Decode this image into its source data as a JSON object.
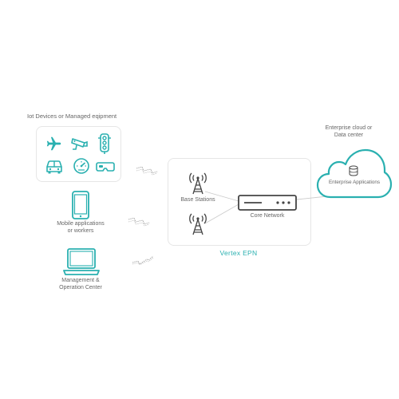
{
  "iot": {
    "title": "Iot Devices or Managed eqipment",
    "icons": [
      "airplane-icon",
      "security-camera-icon",
      "traffic-light-icon",
      "car-icon",
      "speedometer-icon",
      "vr-headset-icon"
    ]
  },
  "mobile": {
    "label_line1": "Mobile applications",
    "label_line2": "or workers"
  },
  "management": {
    "label_line1": "Management &",
    "label_line2": "Operation Center"
  },
  "epn": {
    "title": "Vertex EPN",
    "base_stations_label": "Base Stations",
    "core_network_label": "Core Network"
  },
  "cloud": {
    "caption_line1": "Enterprise cloud or",
    "caption_line2": "Data center",
    "app_label": "Enterprise Applications"
  },
  "colors": {
    "accent": "#2ab0b0",
    "icon_dark": "#444444",
    "box_border": "#e6e6e6"
  }
}
